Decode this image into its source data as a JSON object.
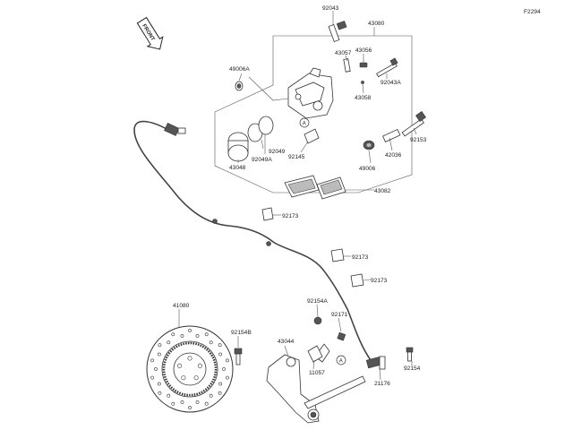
{
  "diagram_code": "F2294",
  "front_indicator": "FRONT",
  "part_numbers": {
    "p92043_top": "92043",
    "p43080": "43080",
    "p49006A": "49006A",
    "p43057": "43057",
    "p43056": "43056",
    "p92043A": "92043A",
    "p43058": "43058",
    "p92153": "92153",
    "p92049": "92049",
    "p92049A": "92049A",
    "p92145": "92145",
    "p43048": "43048",
    "p49006": "49006",
    "p42036": "42036",
    "p43082": "43082",
    "p92173_a": "92173",
    "p92173_b": "92173",
    "p92173_c": "92173",
    "p41080": "41080",
    "p92154B": "92154B",
    "p92154A": "92154A",
    "p92171": "92171",
    "p43044": "43044",
    "p11057": "11057",
    "p92154": "92154",
    "p21176": "21176"
  },
  "reference_marks": {
    "a_upper": "A",
    "a_lower": "A"
  }
}
